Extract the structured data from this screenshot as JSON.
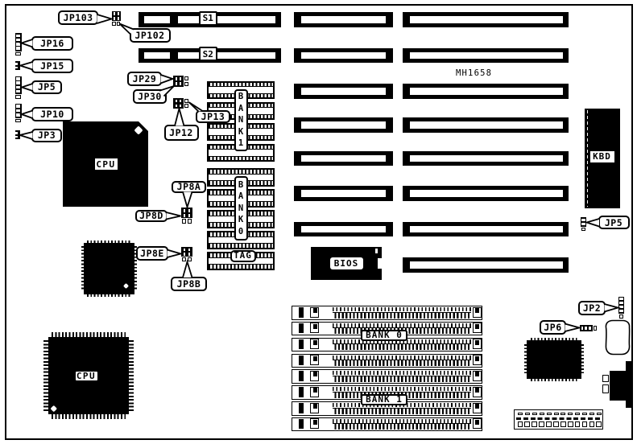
{
  "diagram": {
    "type": "motherboard-jumper-diagram",
    "board_model": "MH1658",
    "callouts": {
      "jp103": "JP103",
      "jp102": "JP102",
      "jp16": "JP16",
      "jp15": "JP15",
      "jp5_left": "JP5",
      "jp10": "JP10",
      "jp3": "JP3",
      "jp29": "JP29",
      "jp30": "JP30",
      "jp13": "JP13",
      "jp12": "JP12",
      "jp8a": "JP8A",
      "jp8d": "JP8D",
      "jp8e": "JP8E",
      "jp8b": "JP8B",
      "jp2": "JP2",
      "jp6": "JP6",
      "jp5_right": "JP5"
    },
    "slots": {
      "s1": "S1",
      "s2": "S2"
    },
    "chips": {
      "cpu_main": "CPU",
      "cpu_secondary": "CPU",
      "bios": "BIOS",
      "keyboard": "KBD"
    },
    "cache": {
      "bank1_letters": [
        "B",
        "A",
        "N",
        "K",
        "1"
      ],
      "bank0_letters": [
        "B",
        "A",
        "N",
        "K",
        "0"
      ],
      "tag": "TAG"
    },
    "memory": {
      "bank0": "BANK 0",
      "bank1": "BANK 1"
    }
  }
}
